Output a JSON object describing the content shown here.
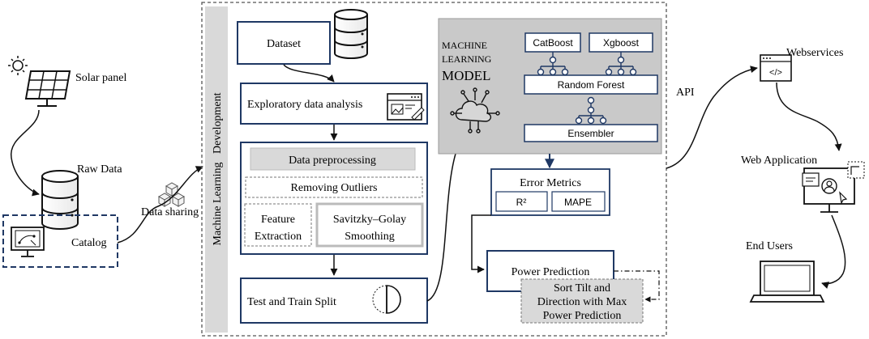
{
  "left": {
    "solar_panel": "Solar panel",
    "raw_data": "Raw Data",
    "catalog": "Catalog",
    "data_sharing": "Data sharing"
  },
  "vertical_label": "Machine Learning   Development",
  "pipeline": {
    "dataset": "Dataset",
    "eda": "Exploratory data analysis",
    "preprocessing": "Data preprocessing",
    "outliers": "Removing Outliers",
    "feature_line1": "Feature",
    "feature_line2": "Extraction",
    "savgol_line1": "Savitzky–Golay",
    "savgol_line2": "Smoothing",
    "split": "Test and Train Split"
  },
  "model": {
    "title_line1": "MACHINE",
    "title_line2": "LEARNING",
    "title_line3": "MODEL",
    "catboost": "CatBoost",
    "xgboost": "Xgboost",
    "random_forest": "Random Forest",
    "ensembler": "Ensembler"
  },
  "metrics": {
    "title": "Error Metrics",
    "r2": "R²",
    "mape": "MAPE"
  },
  "prediction": {
    "title": "Power Prediction",
    "sort_line1": "Sort Tilt and",
    "sort_line2": "Direction with Max",
    "sort_line3": "Power Prediction"
  },
  "right": {
    "api": "API",
    "webservices": "Webservices",
    "web_app": "Web Application",
    "end_users": "End Users"
  },
  "colors": {
    "navy": "#1f3864",
    "model_bg": "#c9c9c9",
    "gray_box": "#d9d9d9",
    "label_strip": "#d9d9d9"
  }
}
